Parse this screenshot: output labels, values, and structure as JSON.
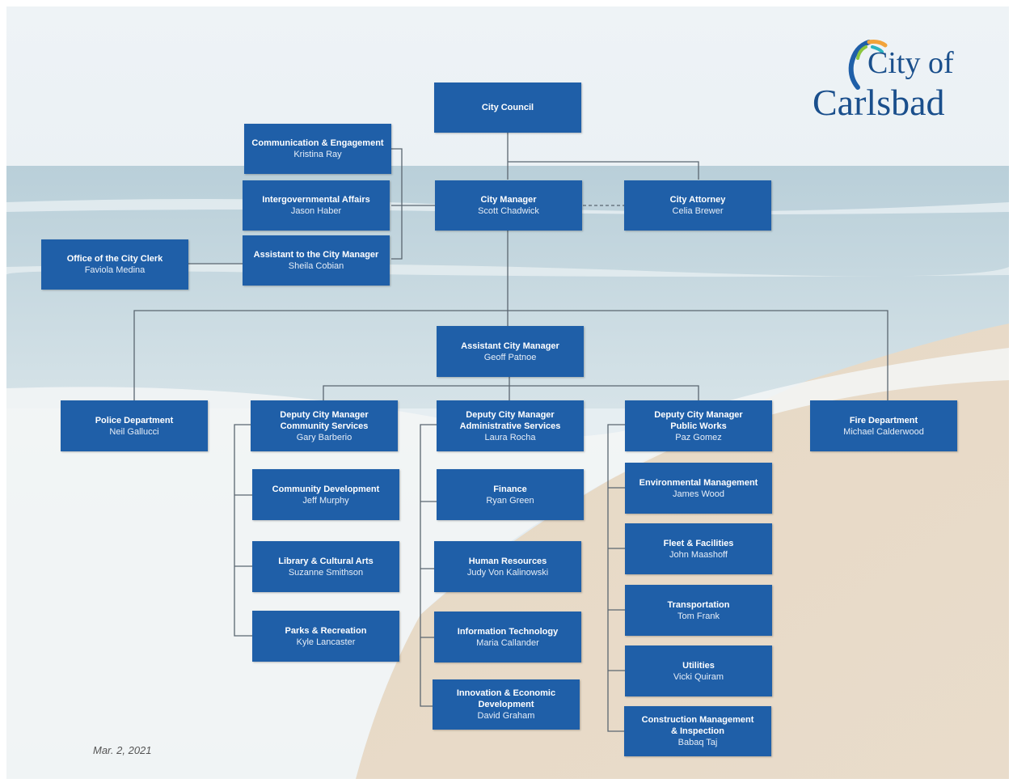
{
  "logo": {
    "line1": "City of",
    "line2": "Carlsbad"
  },
  "date": "Mar. 2, 2021",
  "nodes": {
    "council": {
      "title": "City Council"
    },
    "comm": {
      "title": "Communication & Engagement",
      "name": "Kristina Ray"
    },
    "intergov": {
      "title": "Intergovernmental Affairs",
      "name": "Jason Haber"
    },
    "asst_to_cm": {
      "title": "Assistant to the City Manager",
      "name": "Sheila Cobian"
    },
    "clerk": {
      "title": "Office of the City Clerk",
      "name": "Faviola Medina"
    },
    "cm": {
      "title": "City Manager",
      "name": "Scott Chadwick"
    },
    "attorney": {
      "title": "City Attorney",
      "name": "Celia Brewer"
    },
    "acm": {
      "title": "Assistant City Manager",
      "name": "Geoff Patnoe"
    },
    "police": {
      "title": "Police Department",
      "name": "Neil Gallucci"
    },
    "dcm_cs": {
      "title1": "Deputy City Manager",
      "title2": "Community Services",
      "name": "Gary Barberio"
    },
    "dcm_as": {
      "title1": "Deputy City Manager",
      "title2": "Administrative Services",
      "name": "Laura Rocha"
    },
    "dcm_pw": {
      "title1": "Deputy City Manager",
      "title2": "Public Works",
      "name": "Paz Gomez"
    },
    "fire": {
      "title": "Fire Department",
      "name": "Michael Calderwood"
    },
    "comdev": {
      "title": "Community Development",
      "name": "Jeff Murphy"
    },
    "library": {
      "title": "Library & Cultural Arts",
      "name": "Suzanne Smithson"
    },
    "parks": {
      "title": "Parks & Recreation",
      "name": "Kyle Lancaster"
    },
    "finance": {
      "title": "Finance",
      "name": "Ryan Green"
    },
    "hr": {
      "title": "Human Resources",
      "name": "Judy Von Kalinowski"
    },
    "it": {
      "title": "Information Technology",
      "name": "Maria Callander"
    },
    "innov": {
      "title1": "Innovation & Economic",
      "title2": "Development",
      "name": "David Graham"
    },
    "env": {
      "title": "Environmental Management",
      "name": "James Wood"
    },
    "fleet": {
      "title": "Fleet & Facilities",
      "name": "John Maashoff"
    },
    "transport": {
      "title": "Transportation",
      "name": "Tom Frank"
    },
    "utilities": {
      "title": "Utilities",
      "name": "Vicki Quiram"
    },
    "construction": {
      "title1": "Construction Management",
      "title2": "& Inspection",
      "name": "Babaq Taj"
    }
  }
}
